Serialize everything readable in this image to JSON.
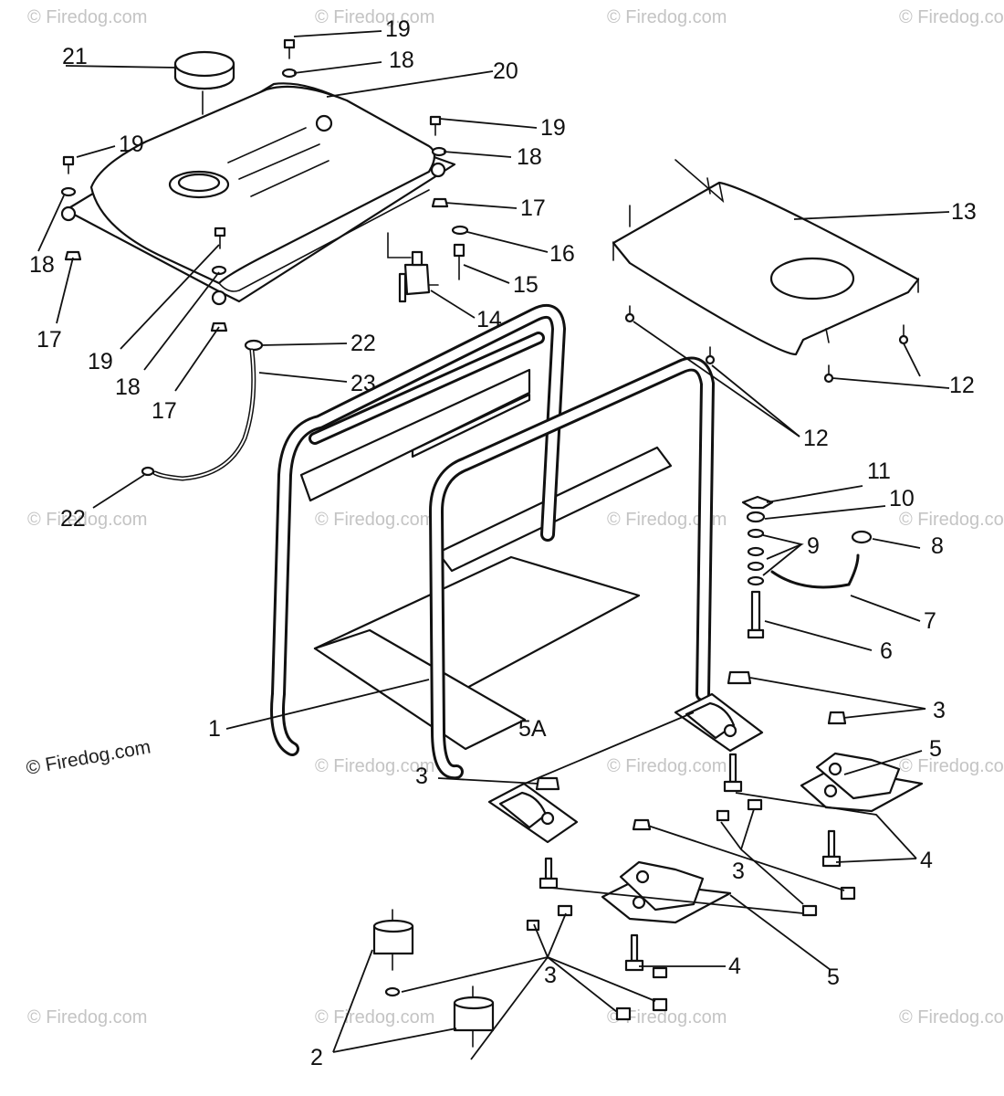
{
  "diagram": {
    "watermark": "© Firedog.com",
    "callouts": [
      "1",
      "2",
      "3",
      "3",
      "3",
      "3",
      "3",
      "4",
      "4",
      "4",
      "5",
      "5",
      "5A",
      "6",
      "7",
      "8",
      "9",
      "10",
      "11",
      "12",
      "12",
      "13",
      "14",
      "15",
      "16",
      "17",
      "17",
      "17",
      "17",
      "18",
      "18",
      "18",
      "18",
      "19",
      "19",
      "19",
      "19",
      "20",
      "21",
      "22",
      "22",
      "23"
    ]
  },
  "colors": {
    "line": "#111111",
    "watermark": "#c4c4c4",
    "background": "#ffffff"
  }
}
